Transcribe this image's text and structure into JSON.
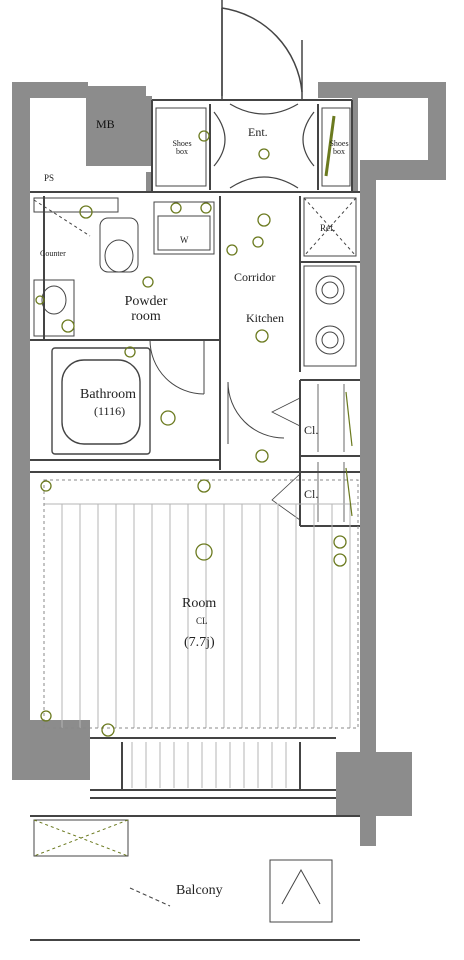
{
  "plan": {
    "labels": {
      "mb": "MB",
      "ps": "PS",
      "entrance": "Ent.",
      "shoes_box_left": "Shoes box",
      "shoes_box_right": "Shoes box",
      "refrigerator": "Ref.",
      "washer": "W",
      "counter": "Counter",
      "corridor": "Corridor",
      "kitchen": "Kitchen",
      "powder_room": "Powder room",
      "bathroom": "Bathroom",
      "bathroom_size": "(1116)",
      "closet_upper": "Cl.",
      "closet_lower": "Cl.",
      "room": "Room",
      "room_floor_mark": "CL",
      "room_size": "(7.7j)",
      "balcony": "Balcony"
    },
    "colors": {
      "wall": "#8c8c8c",
      "line": "#444444",
      "fixture": "#6b7a1f"
    }
  }
}
